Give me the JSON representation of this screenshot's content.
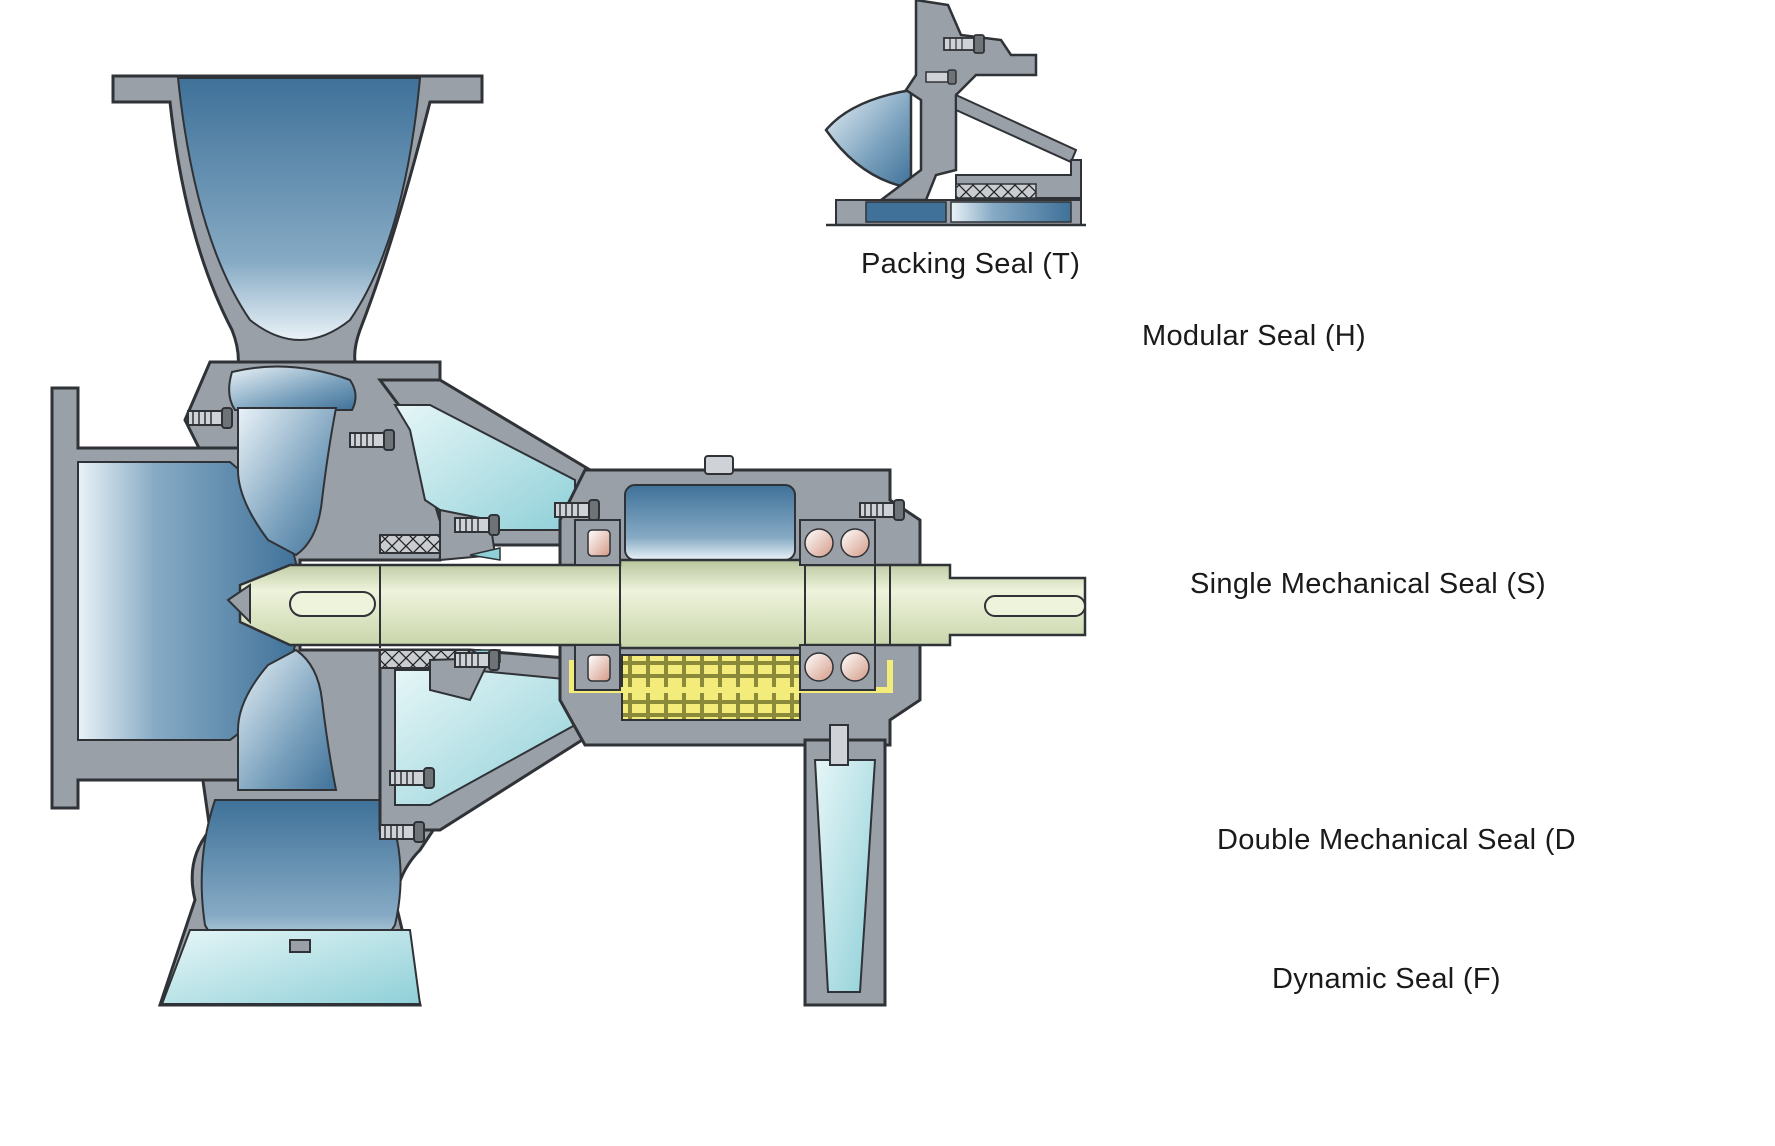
{
  "labels": {
    "packing": "Packing Seal (T)",
    "modular": "Modular Seal (H)",
    "single": "Single Mechanical Seal (S)",
    "double": "Double Mechanical Seal (D",
    "dynamic": "Dynamic Seal (F)"
  },
  "colors": {
    "casing": "#9aa0a7",
    "outline": "#2f3236",
    "fluid_dark": "#3f7199",
    "fluid_light": "#e6f1f6",
    "cyan": "#bfe6ea",
    "shaft": "#dfe9c6",
    "oil": "#f3ec7a",
    "modular_accent": "#e0262a"
  }
}
